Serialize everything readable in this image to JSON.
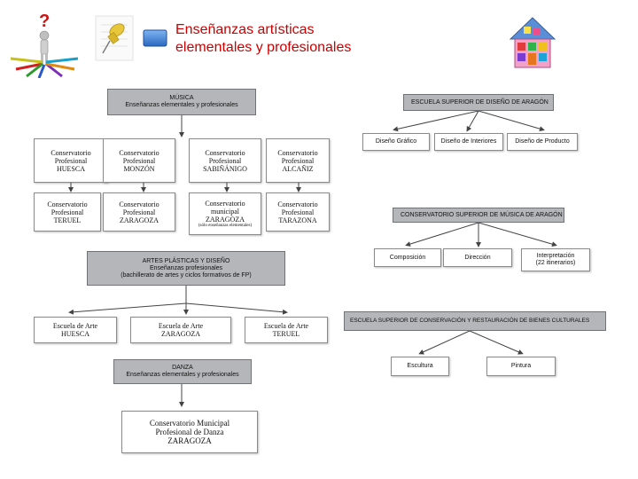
{
  "title": {
    "line1": "Enseñanzas artísticas",
    "line2": "elementales y profesionales"
  },
  "icons": {
    "question_figure": "question-figure-icon",
    "pushpin": "pushpin-icon",
    "blue_bullet": "blue-square-bullet-icon",
    "house": "colorful-house-icon"
  },
  "colors": {
    "title": "#cc0000",
    "header_box": "#b4b6ba",
    "bullet": "#3a7fd5"
  },
  "musica": {
    "header_line1": "MÚSICA",
    "header_line2": "Enseñanzas elementales y profesionales",
    "row1": [
      {
        "l1": "Conservatorio",
        "l2": "Profesional",
        "l3": "HUESCA"
      },
      {
        "l1": "Conservatorio",
        "l2": "Profesional",
        "l3": "MONZÓN"
      },
      {
        "l1": "Conservatorio",
        "l2": "Profesional",
        "l3": "SABIÑÁNIGO"
      },
      {
        "l1": "Conservatorio",
        "l2": "Profesional",
        "l3": "ALCAÑIZ"
      }
    ],
    "row2": [
      {
        "l1": "Conservatorio",
        "l2": "Profesional",
        "l3": "TERUEL"
      },
      {
        "l1": "Conservatorio",
        "l2": "Profesional",
        "l3": "ZARAGOZA"
      },
      {
        "l1": "Conservatorio",
        "l2": "municipal",
        "l3": "ZARAGOZA",
        "note": "(sólo enseñanzas elementales)"
      },
      {
        "l1": "Conservatorio",
        "l2": "Profesional",
        "l3": "TARAZONA"
      }
    ]
  },
  "artes": {
    "header_line1": "ARTES PLÁSTICAS Y DISEÑO",
    "header_line2": "Enseñanzas profesionales",
    "header_line3": "(bachillerato de artes y ciclos formativos de FP)",
    "items": [
      {
        "l1": "Escuela de Arte",
        "l2": "HUESCA"
      },
      {
        "l1": "Escuela de Arte",
        "l2": "ZARAGOZA"
      },
      {
        "l1": "Escuela de Arte",
        "l2": "TERUEL"
      }
    ]
  },
  "danza": {
    "header_line1": "DANZA",
    "header_line2": "Enseñanzas elementales y profesionales",
    "item": {
      "l1": "Conservatorio Municipal",
      "l2": "Profesional de Danza",
      "l3": "ZARAGOZA"
    }
  },
  "diseno": {
    "header": "ESCUELA SUPERIOR DE DISEÑO DE ARAGÓN",
    "items": [
      "Diseño Gráfico",
      "Diseño de Interiores",
      "Diseño de Producto"
    ]
  },
  "musica_sup": {
    "header": "CONSERVATORIO SUPERIOR DE MÚSICA DE ARAGÓN",
    "items": [
      {
        "l1": "Composición",
        "l2": ""
      },
      {
        "l1": "Dirección",
        "l2": ""
      },
      {
        "l1": "Interpretación",
        "l2": "(22 itinerarios)"
      }
    ]
  },
  "conservacion": {
    "header": "ESCUELA SUPERIOR DE CONSERVACIÓN Y RESTAURACIÓN DE BIENES CULTURALES",
    "items": [
      "Escultura",
      "Pintura"
    ]
  }
}
